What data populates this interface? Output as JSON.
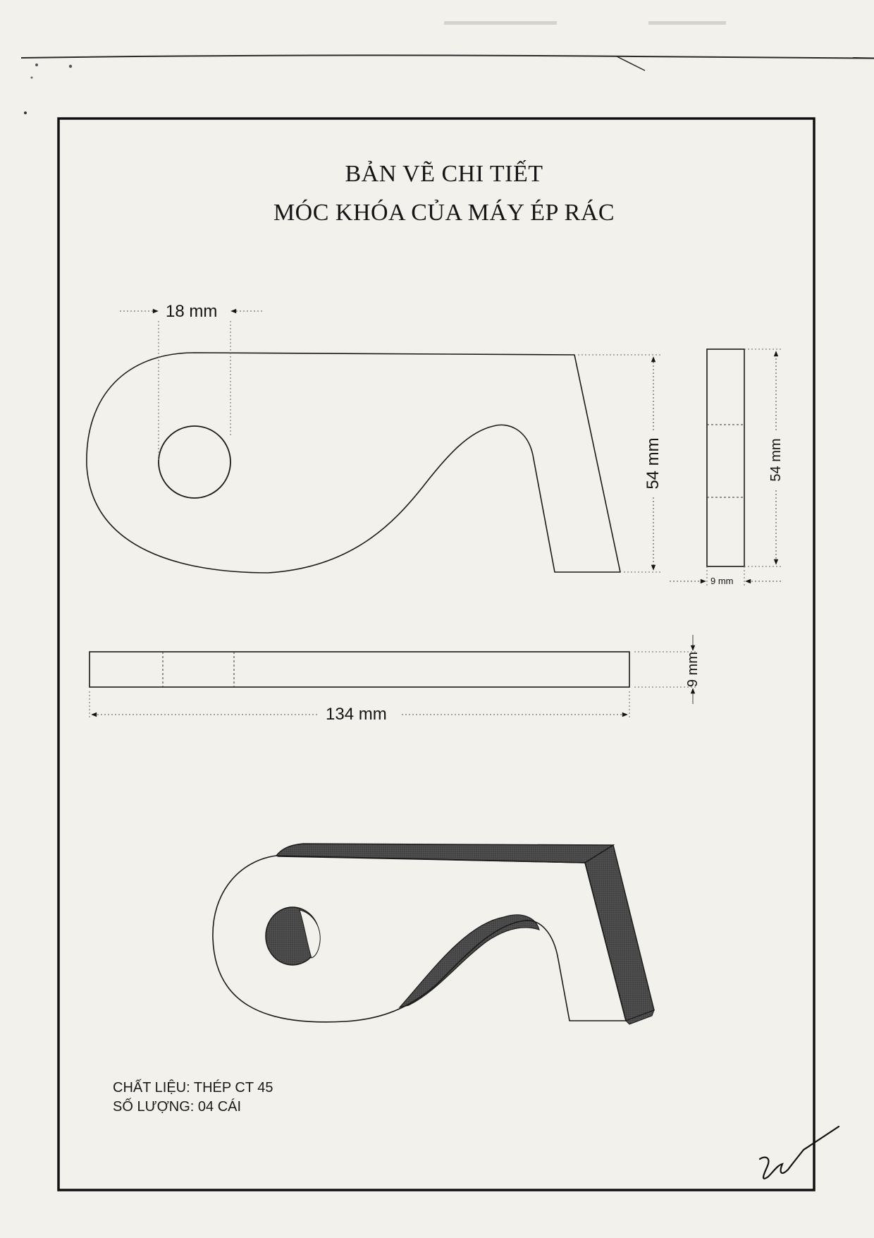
{
  "title": {
    "line1": "BẢN VẼ CHI TIẾT",
    "line2": "MÓC KHÓA CỦA MÁY ÉP RÁC"
  },
  "dimensions": {
    "hole_offset": "18 mm",
    "height_front": "54 mm",
    "height_side": "54 mm",
    "thickness_side": "9 mm",
    "thickness_top": "9 mm",
    "length": "134 mm"
  },
  "notes": {
    "material": "CHẤT LIỆU: THÉP CT 45",
    "quantity": "SỐ LƯỢNG: 04 CÁI"
  },
  "colors": {
    "paper": "#f3f1ec",
    "ink": "#151515",
    "shade": "#4a4a4a"
  }
}
